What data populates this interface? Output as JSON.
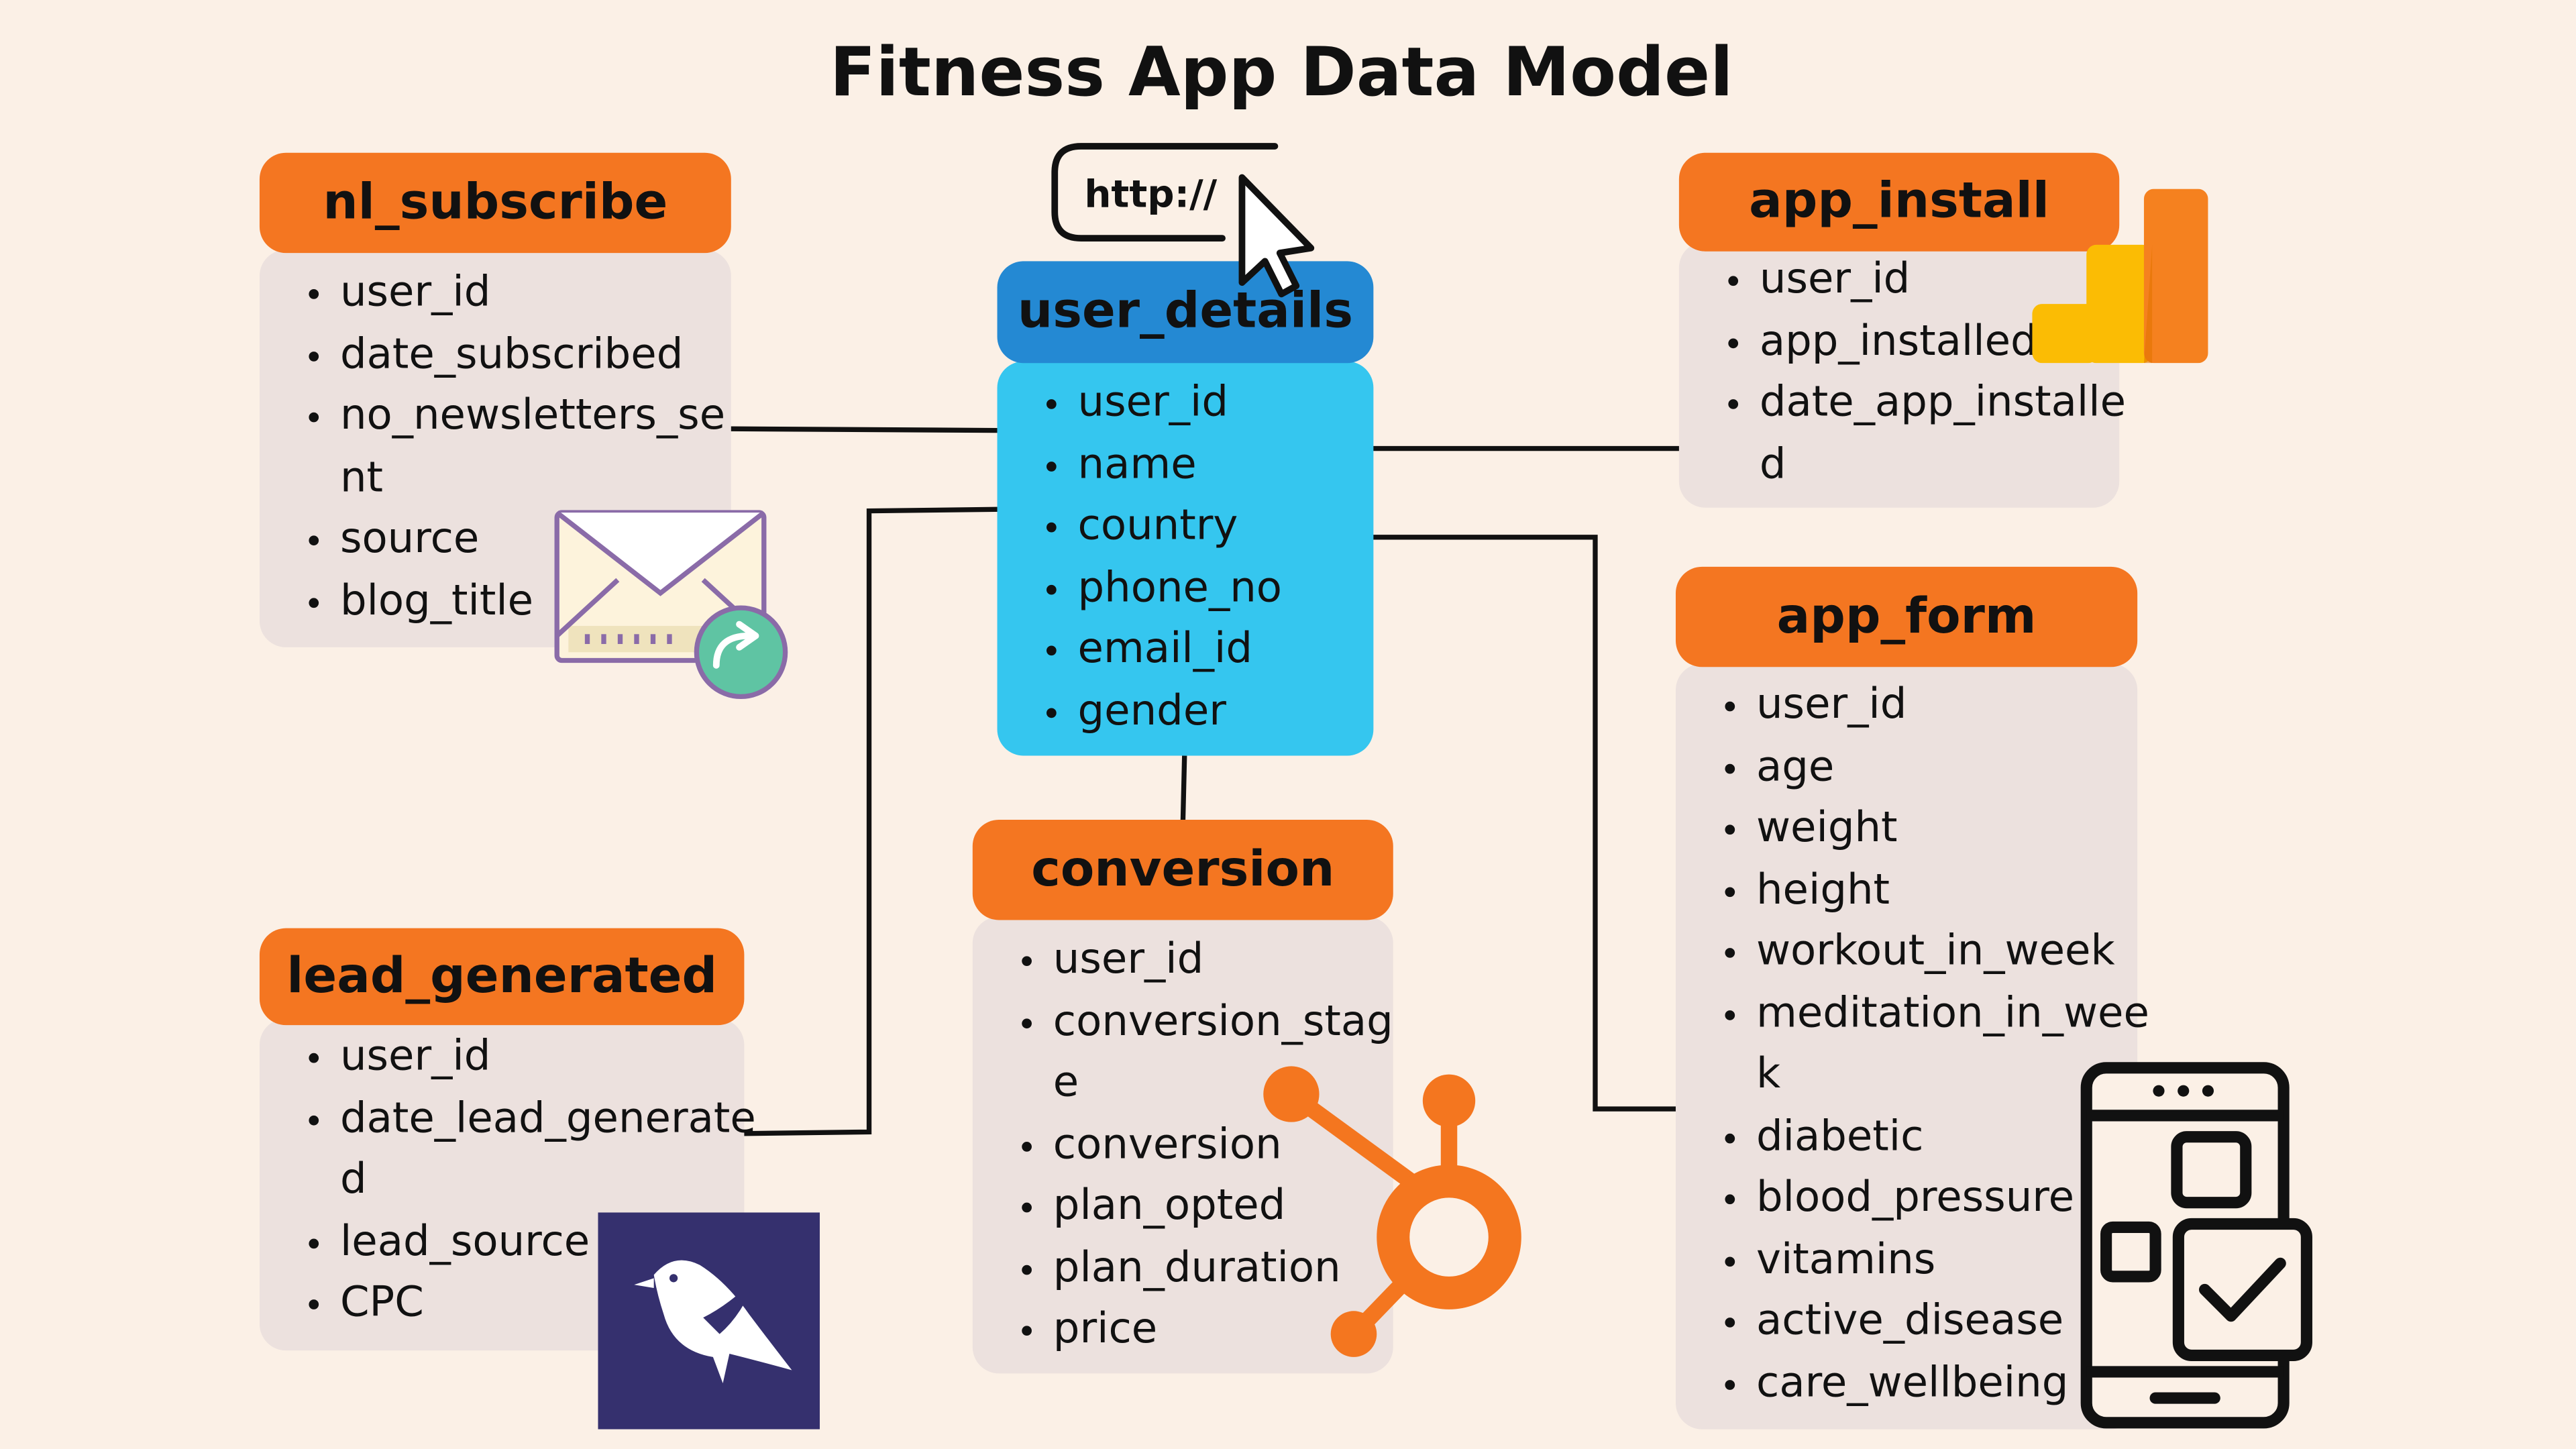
{
  "title": "Fitness App Data Model",
  "tables": {
    "nl_subscribe": {
      "name": "nl_subscribe",
      "fields": [
        "user_id",
        "date_subscribed",
        "no_newsletters_se",
        "nt",
        "source",
        "blog_title"
      ]
    },
    "user_details": {
      "name": "user_details",
      "fields": [
        "user_id",
        "name",
        "country",
        "phone_no",
        "email_id",
        "gender"
      ]
    },
    "app_install": {
      "name": "app_install",
      "fields": [
        "user_id",
        "app_installed",
        "date_app_installe",
        "d"
      ]
    },
    "app_form": {
      "name": "app_form",
      "fields": [
        "user_id",
        "age",
        "weight",
        "height",
        "workout_in_week",
        "meditation_in_wee",
        "k",
        "diabetic",
        "blood_pressure",
        "vitamins",
        "active_disease",
        "care_wellbeing"
      ]
    },
    "conversion": {
      "name": "conversion",
      "fields": [
        "user_id",
        "conversion_stag",
        "e",
        "conversion",
        "plan_opted",
        "plan_duration",
        "price"
      ]
    },
    "lead_generated": {
      "name": "lead_generated",
      "fields": [
        "user_id",
        "date_lead_generate",
        "d",
        "lead_source",
        "CPC"
      ]
    }
  },
  "web_icon": {
    "text": "http://"
  },
  "icons": [
    "link-cursor-icon",
    "email-forward-icon",
    "analytics-bars-icon",
    "hubspot-icon",
    "bird-logo-icon",
    "mobile-checklist-icon"
  ],
  "colors": {
    "background": "#fbf0e6",
    "header": "#f47621",
    "body": "#ece1de",
    "center_header": "#2489d3",
    "center_body": "#35c6ef"
  }
}
